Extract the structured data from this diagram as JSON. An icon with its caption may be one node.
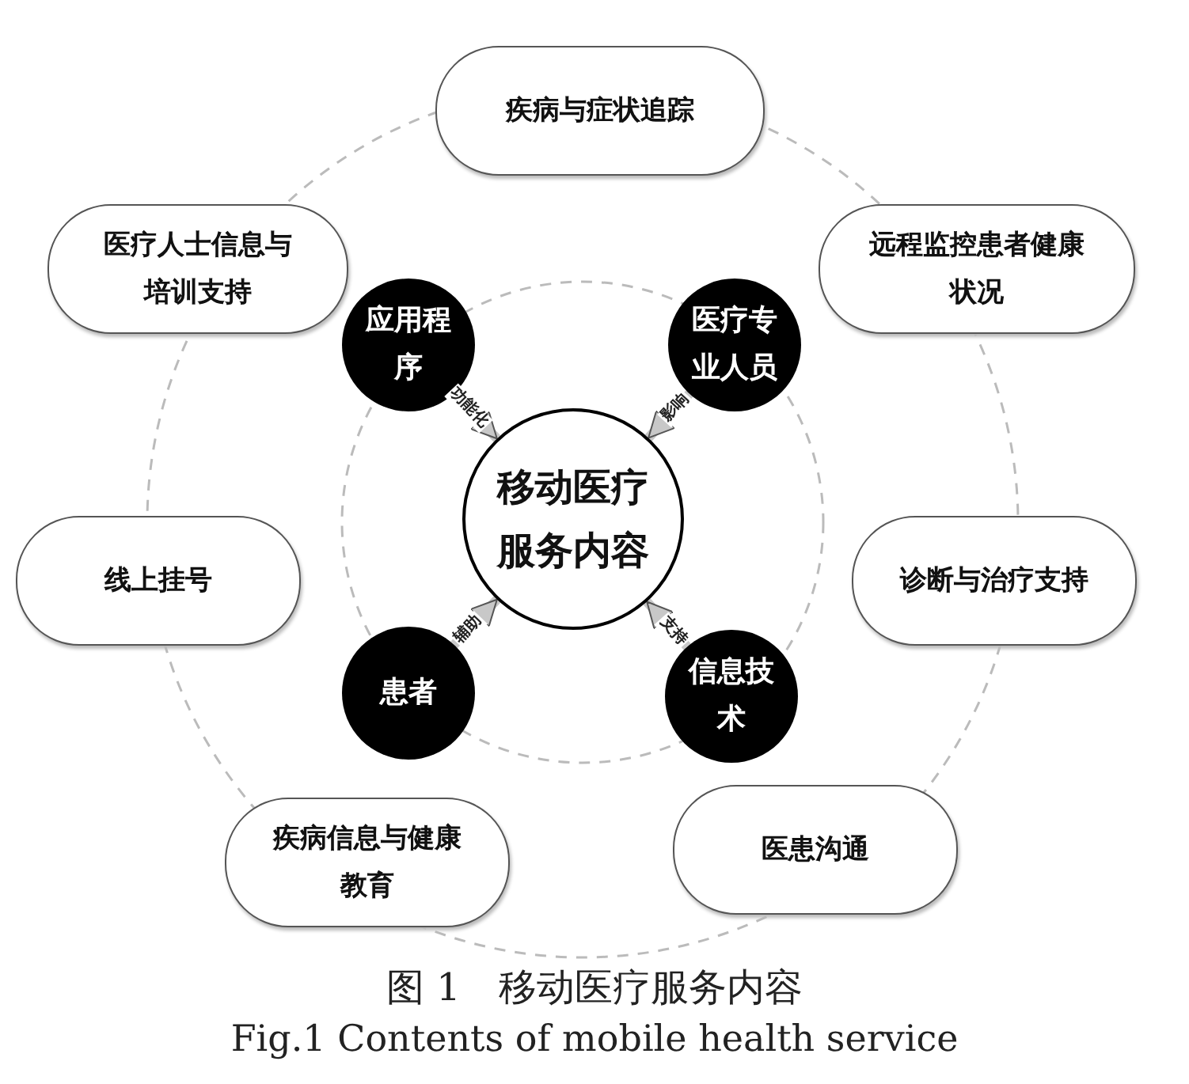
{
  "diagram": {
    "caption": "图 1　移动医疗服务内容",
    "nodes": [
      {
        "text": [
          "疾病与症状追踪"
        ]
      },
      {
        "text": [
          "医疗人士信息与培训支持"
        ]
      },
      {
        "text": [
          "远程监控患者健康状况"
        ]
      },
      {
        "text": [
          "线上挂号"
        ]
      },
      {
        "text": [
          "诊断与治疗支持"
        ]
      },
      {
        "text": [
          "疾病信息与健康教育"
        ]
      },
      {
        "text": [
          "医患沟通"
        ]
      },
      {
        "text": [
          "移动医疗服务内容"
        ]
      },
      {
        "text": [
          "应用程序"
        ]
      },
      {
        "text": [
          "医疗专业人员"
        ]
      },
      {
        "text": [
          "患者"
        ]
      },
      {
        "text": [
          "信息技术"
        ]
      }
    ],
    "edges": [
      {
        "from": 8,
        "to": 7,
        "arrow": "to",
        "label": "功能化"
      },
      {
        "from": 9,
        "to": 7,
        "arrow": "to",
        "label": "影响"
      },
      {
        "from": 10,
        "to": 7,
        "arrow": "to",
        "label": "辅助"
      },
      {
        "from": 11,
        "to": 7,
        "arrow": "to",
        "label": "支持"
      }
    ],
    "labels": [
      "Fig.1 Contents of mobile health service"
    ]
  }
}
